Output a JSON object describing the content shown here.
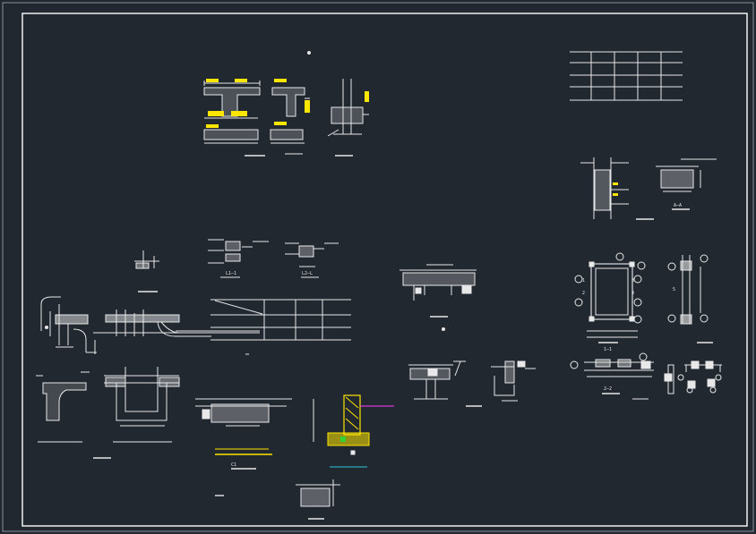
{
  "drawing": {
    "background": "#212830",
    "line_color": "#e8e8e8",
    "accent_yellow": "#ffe600",
    "accent_green": "#32d232",
    "accent_cyan": "#2cc7d8",
    "accent_magenta": "#ff3cff",
    "accent_red": "#ff3030",
    "accent_blue": "#4aa8ff",
    "section_labels": {
      "s1": "1—1",
      "s2": "2—2",
      "s_aa": "A—A",
      "l1": "L1—1",
      "l2": "L2—L",
      "c1": "C1",
      "n1": "1",
      "n2": "2",
      "n3": "3",
      "n4": "4",
      "n5": "5"
    }
  }
}
